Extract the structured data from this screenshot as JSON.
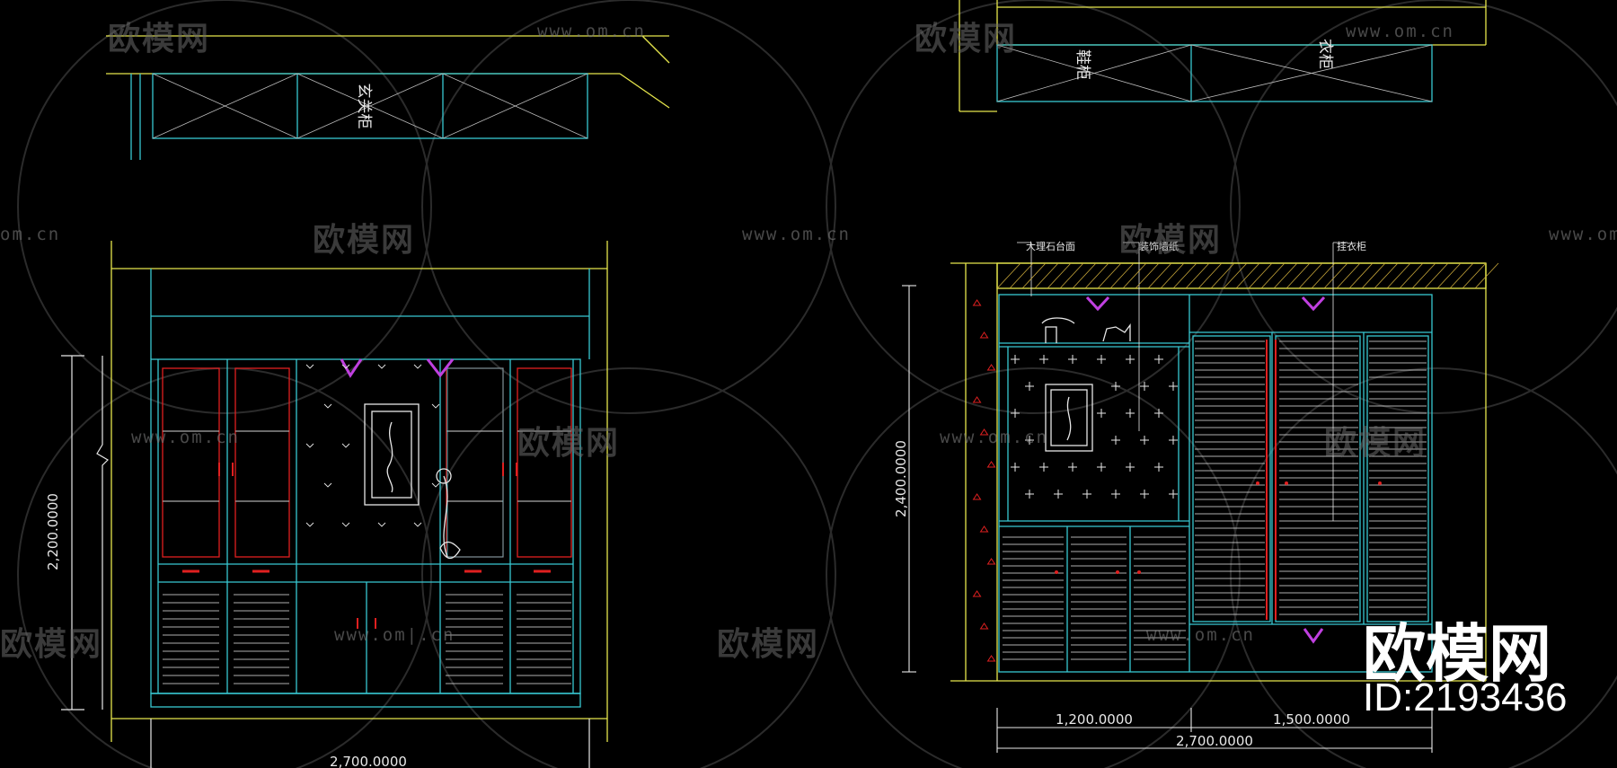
{
  "watermark": {
    "brand": "欧模网",
    "url": "www.om.cn",
    "url_partial_left": "om.cn",
    "url_partial_mid": "www.om|.cn"
  },
  "corner": {
    "brand": "欧模网",
    "id": "ID:2193436"
  },
  "left_view": {
    "plan_label": "玄关柜",
    "dim_height": "2,200.0000",
    "dim_width": "2,700.0000"
  },
  "right_view": {
    "plan_label_1": "鞋柜",
    "plan_label_2": "衣柜",
    "annot_1": "大理石台面",
    "annot_2": "装饰墙纸",
    "annot_3": "挂衣柜",
    "dim_height": "2,400.0000",
    "dim_w1": "1,200.0000",
    "dim_w2": "1,500.0000",
    "dim_total": "2,700.0000"
  },
  "colors": {
    "background": "#000000",
    "yellow": "#e6e64c",
    "cyan": "#38c8d2",
    "red": "#e02020",
    "white": "#e8e8e8",
    "magenta": "#c040e0",
    "watermark": "#6b6b6b"
  }
}
